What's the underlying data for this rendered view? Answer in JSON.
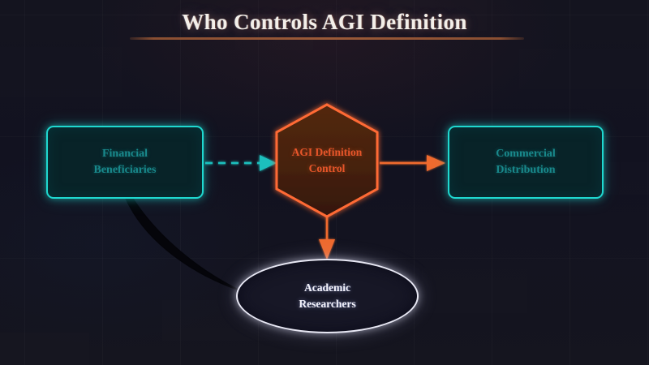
{
  "header": {
    "title": "Who Controls AGI Definition"
  },
  "colors": {
    "background": "#12121c",
    "accent_orange": "#ff6b35",
    "accent_cyan": "#1fd8d0",
    "node_text_cyan": "#19898c",
    "node_text_orange": "#e8562a",
    "node_text_white": "#f4f3fb",
    "title_rule": "#8a4f32",
    "shadow_edge": "#05050a"
  },
  "nodes": [
    {
      "id": "financial-beneficiaries",
      "shape": "rounded-rectangle",
      "lines": [
        "Financial",
        "Beneficiaries"
      ],
      "text": "Financial Beneficiaries",
      "border_color": "#1fd8d0",
      "fill_color": "#082328",
      "text_color": "#19898c"
    },
    {
      "id": "agi-definition-control",
      "shape": "hexagon",
      "lines": [
        "AGI Definition",
        "Control"
      ],
      "text": "AGI Definition Control",
      "border_color": "#ff6b35",
      "fill_color": "#4a2410",
      "text_color": "#e8562a"
    },
    {
      "id": "commercial-distribution",
      "shape": "rounded-rectangle",
      "lines": [
        "Commercial",
        "Distribution"
      ],
      "text": "Commercial Distribution",
      "border_color": "#1fd8d0",
      "fill_color": "#082328",
      "text_color": "#19898c"
    },
    {
      "id": "academic-researchers",
      "shape": "ellipse",
      "lines": [
        "Academic",
        "Researchers"
      ],
      "text": "Academic Researchers",
      "border_color": "#e8e8f4",
      "fill_color": "#171726",
      "text_color": "#f4f3fb"
    }
  ],
  "edges": [
    {
      "id": "financial-to-agi",
      "from": "financial-beneficiaries",
      "to": "agi-definition-control",
      "style": "dashed",
      "color": "#1fd8d0",
      "arrowhead": "triangle",
      "label": ""
    },
    {
      "id": "agi-to-commercial",
      "from": "agi-definition-control",
      "to": "commercial-distribution",
      "style": "solid",
      "color": "#ff6b35",
      "arrowhead": "triangle",
      "label": ""
    },
    {
      "id": "agi-to-academic",
      "from": "agi-definition-control",
      "to": "academic-researchers",
      "style": "solid",
      "color": "#ff6b35",
      "arrowhead": "triangle",
      "label": ""
    },
    {
      "id": "financial-to-academic",
      "from": "financial-beneficiaries",
      "to": "academic-researchers",
      "style": "curved-blade",
      "color": "#05050a",
      "arrowhead": "none",
      "label": ""
    }
  ]
}
